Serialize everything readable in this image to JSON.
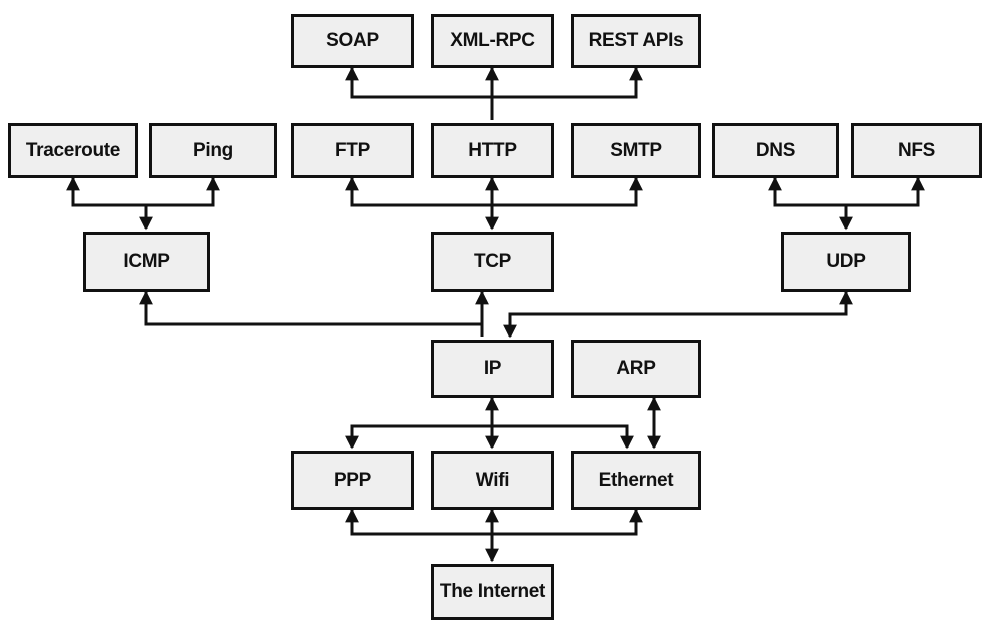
{
  "diagram": {
    "colors": {
      "box_fill": "#efefef",
      "box_border": "#111111",
      "line": "#111111"
    },
    "nodes": {
      "soap": "SOAP",
      "xmlrpc": "XML-RPC",
      "rest": "REST APIs",
      "traceroute": "Traceroute",
      "ping": "Ping",
      "ftp": "FTP",
      "http": "HTTP",
      "smtp": "SMTP",
      "dns": "DNS",
      "nfs": "NFS",
      "icmp": "ICMP",
      "tcp": "TCP",
      "udp": "UDP",
      "ip": "IP",
      "arp": "ARP",
      "ppp": "PPP",
      "wifi": "Wifi",
      "ethernet": "Ethernet",
      "internet": "The Internet"
    }
  }
}
